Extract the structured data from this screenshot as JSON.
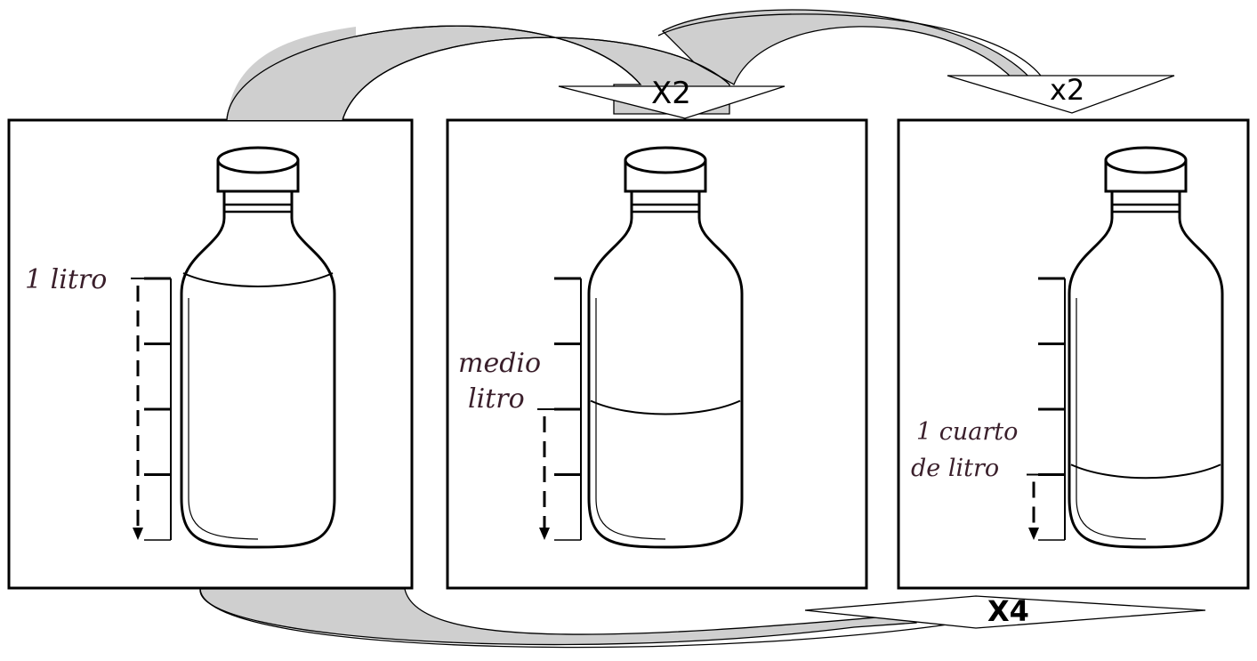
{
  "arrows": {
    "top_left_label": "X2",
    "top_right_label": "x2",
    "bottom_label": "X4"
  },
  "panels": [
    {
      "label_lines": [
        "1 litro"
      ],
      "fill_fraction": 1.0
    },
    {
      "label_lines": [
        "medio",
        "litro"
      ],
      "fill_fraction": 0.5
    },
    {
      "label_lines": [
        "1 cuarto",
        "de litro"
      ],
      "fill_fraction": 0.25
    }
  ],
  "colors": {
    "ink": "#000000",
    "label_ink": "#3a1f2b",
    "arrow_fill": "#cfcfcf",
    "background": "#ffffff"
  }
}
